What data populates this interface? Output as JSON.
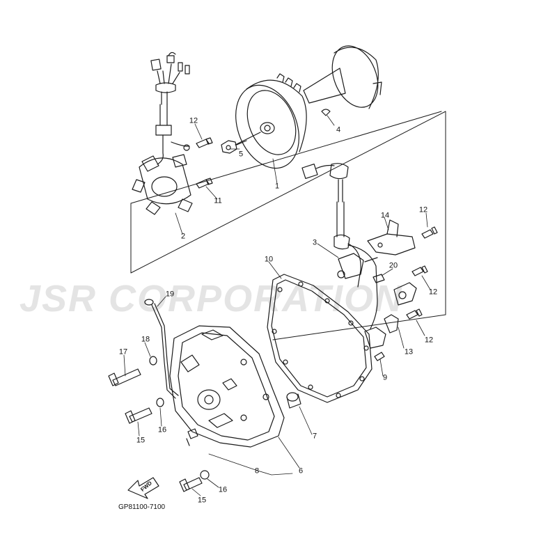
{
  "watermark": "JSR CORPORATION",
  "fwd_label": "FWD",
  "diagram_code": "GP81100-7100",
  "callouts": {
    "c1": "1",
    "c2": "2",
    "c3": "3",
    "c4": "4",
    "c5": "5",
    "c6": "6",
    "c7": "7",
    "c8": "8",
    "c9": "9",
    "c10": "10",
    "c11": "11",
    "c12a": "12",
    "c12b": "12",
    "c12c": "12",
    "c12d": "12",
    "c13": "13",
    "c14": "14",
    "c15a": "15",
    "c15b": "15",
    "c16a": "16",
    "c16b": "16",
    "c17": "17",
    "c18": "18",
    "c19": "19",
    "c20": "20"
  },
  "colors": {
    "line": "#1a1a1a",
    "watermark": "#e4e4e4",
    "background": "#ffffff"
  }
}
